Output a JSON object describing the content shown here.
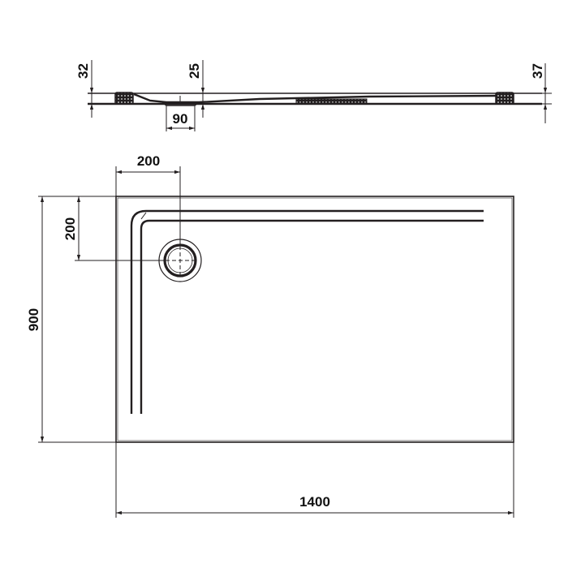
{
  "drawing": {
    "title": "Rectangular shower tray technical drawing",
    "views": {
      "side_section": {
        "dimensions": {
          "left_height": "32",
          "waste_height": "25",
          "waste_width": "90",
          "right_height": "37"
        }
      },
      "top_plan": {
        "dimensions": {
          "length": "1400",
          "width": "900",
          "waste_offset_x": "200",
          "waste_offset_y": "200"
        }
      }
    },
    "colors": {
      "line": "#231f20",
      "background": "#ffffff"
    }
  }
}
